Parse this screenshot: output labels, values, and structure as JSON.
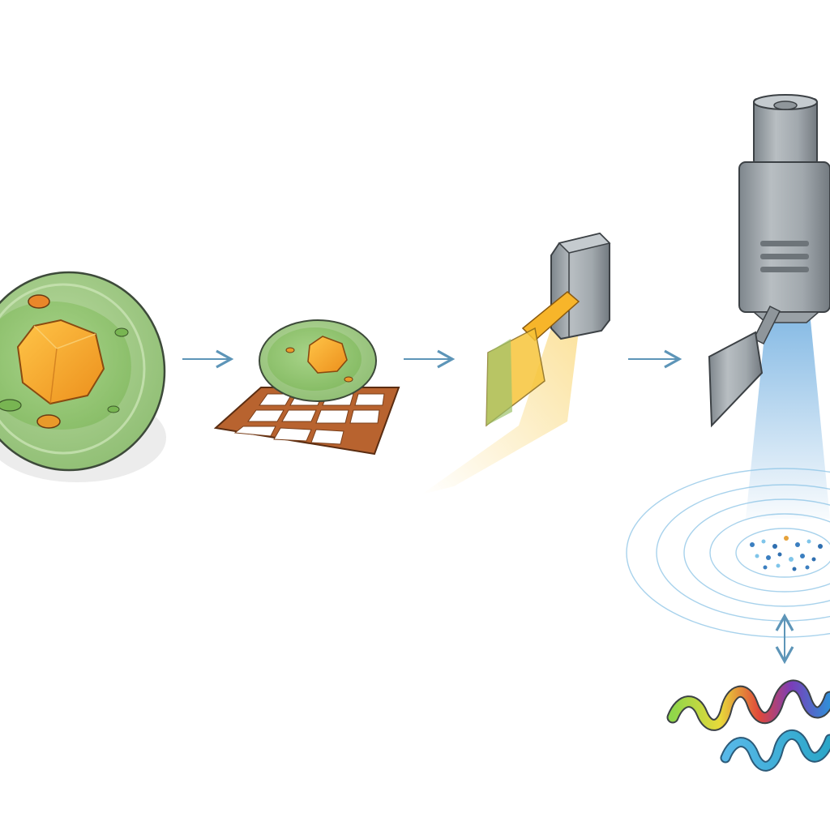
{
  "diagram": {
    "kind": "workflow",
    "stages": [
      {
        "id": "cell",
        "icon": "cell-with-crystal-icon"
      },
      {
        "id": "grid",
        "icon": "sample-on-grid-icon"
      },
      {
        "id": "milling",
        "icon": "ion-beam-lamella-icon"
      },
      {
        "id": "imaging",
        "icon": "electron-microscope-icon"
      },
      {
        "id": "structure",
        "icon": "protein-helix-icon"
      }
    ],
    "connectors": [
      {
        "from": "cell",
        "to": "grid",
        "style": "arrow-right"
      },
      {
        "from": "grid",
        "to": "milling",
        "style": "arrow-right"
      },
      {
        "from": "milling",
        "to": "imaging",
        "style": "arrow-right"
      },
      {
        "from": "imaging",
        "to": "structure",
        "style": "arrow-double-vertical"
      }
    ],
    "colors": {
      "cell_fill": "#a9cf8e",
      "cell_inner": "#86bf5e",
      "crystal": "#f4a52a",
      "grid_copper": "#b8632f",
      "metal": "#8f969b",
      "beam_yellow": "#f7c53a",
      "beam_blue": "#4d9ad8",
      "arrow": "#5d95b8"
    }
  }
}
